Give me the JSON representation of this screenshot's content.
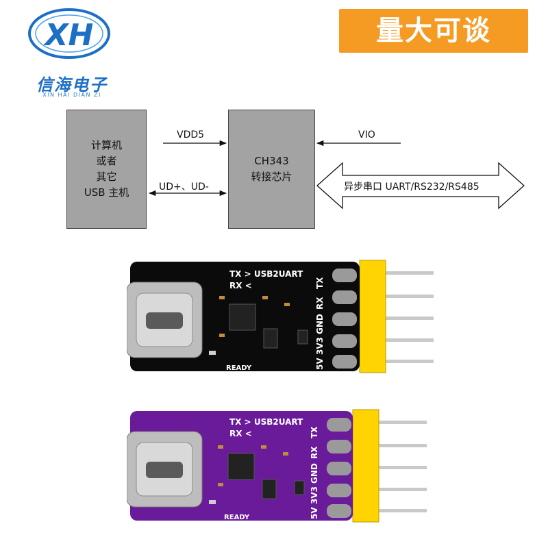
{
  "logo": {
    "mark": "XH",
    "name_cn": "信海电子",
    "name_en": "XIN HAI DIAN ZI",
    "color": "#1d6fc6"
  },
  "banner": {
    "text": "量大可谈",
    "color": "#f59a23"
  },
  "diagram": {
    "host_box": [
      "计算机",
      "或者",
      "其它",
      "USB 主机"
    ],
    "chip_box": [
      "CH343",
      "转接芯片"
    ],
    "vdd_label": "VDD5",
    "usb_label": "UD+、UD-",
    "vio_label": "VIO",
    "serial_label": "异步串口 UART/RS232/RS485"
  },
  "boards": [
    {
      "pcb_color": "#0b0b0b",
      "silk_tx": "TX > USB2UART",
      "silk_rx": "RX <",
      "silk_ready": "READY",
      "pins": [
        "TX",
        "RX",
        "GND",
        "3V3",
        "5V"
      ]
    },
    {
      "pcb_color": "#6a1b9a",
      "silk_tx": "TX > USB2UART",
      "silk_rx": "RX <",
      "silk_ready": "READY",
      "pins": [
        "TX",
        "RX",
        "GND",
        "3V3",
        "5V"
      ]
    }
  ]
}
